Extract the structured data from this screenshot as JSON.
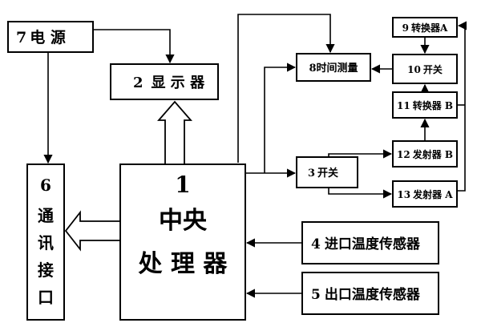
{
  "blocks": {
    "power": {
      "num": "7",
      "label": "电 源"
    },
    "display": {
      "num": "2",
      "label": "显 示 器"
    },
    "comm": {
      "num": "6",
      "chars": [
        "通",
        "讯",
        "接",
        "口"
      ]
    },
    "cpu": {
      "num": "1",
      "line1": "中央",
      "line2": "处 理 器"
    },
    "time": {
      "num": "8",
      "label": "时间测量"
    },
    "switch3": {
      "num": "3",
      "label": "开关"
    },
    "conv_a": {
      "num": "9",
      "label": "转换器A"
    },
    "switch10": {
      "num": "10",
      "label": "开关"
    },
    "conv_b": {
      "num": "11",
      "label": "转换器 B"
    },
    "emit_b": {
      "num": "12",
      "label": "发射器 B"
    },
    "emit_a": {
      "num": "13",
      "label": "发射器 A"
    },
    "inlet": {
      "num": "4",
      "label": "进口温度传感器"
    },
    "outlet": {
      "num": "5",
      "label": "出口温度传感器"
    }
  }
}
